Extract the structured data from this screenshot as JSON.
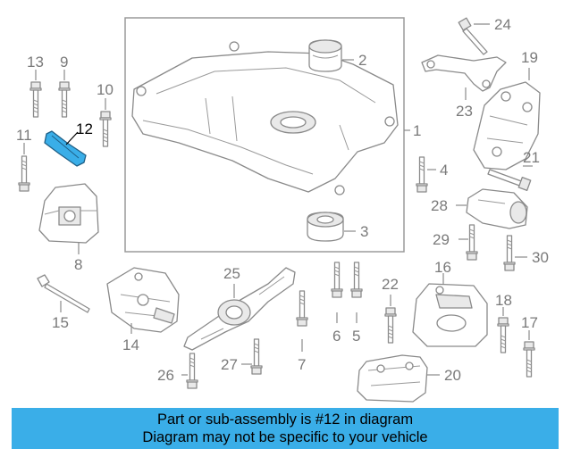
{
  "banner": {
    "line1": "Part or sub-assembly is #12 in diagram",
    "line2": "Diagram may not be specific to your vehicle"
  },
  "highlight_color": "#3aaee8",
  "callouts": {
    "c1": "1",
    "c2": "2",
    "c3": "3",
    "c4": "4",
    "c5": "5",
    "c6": "6",
    "c7": "7",
    "c8": "8",
    "c9": "9",
    "c10": "10",
    "c11": "11",
    "c12": "12",
    "c13": "13",
    "c14": "14",
    "c15": "15",
    "c16": "16",
    "c17": "17",
    "c18": "18",
    "c19": "19",
    "c20": "20",
    "c21": "21",
    "c22": "22",
    "c23": "23",
    "c24": "24",
    "c25": "25",
    "c26": "26",
    "c27": "27",
    "c28": "28",
    "c29": "29",
    "c30": "30"
  }
}
